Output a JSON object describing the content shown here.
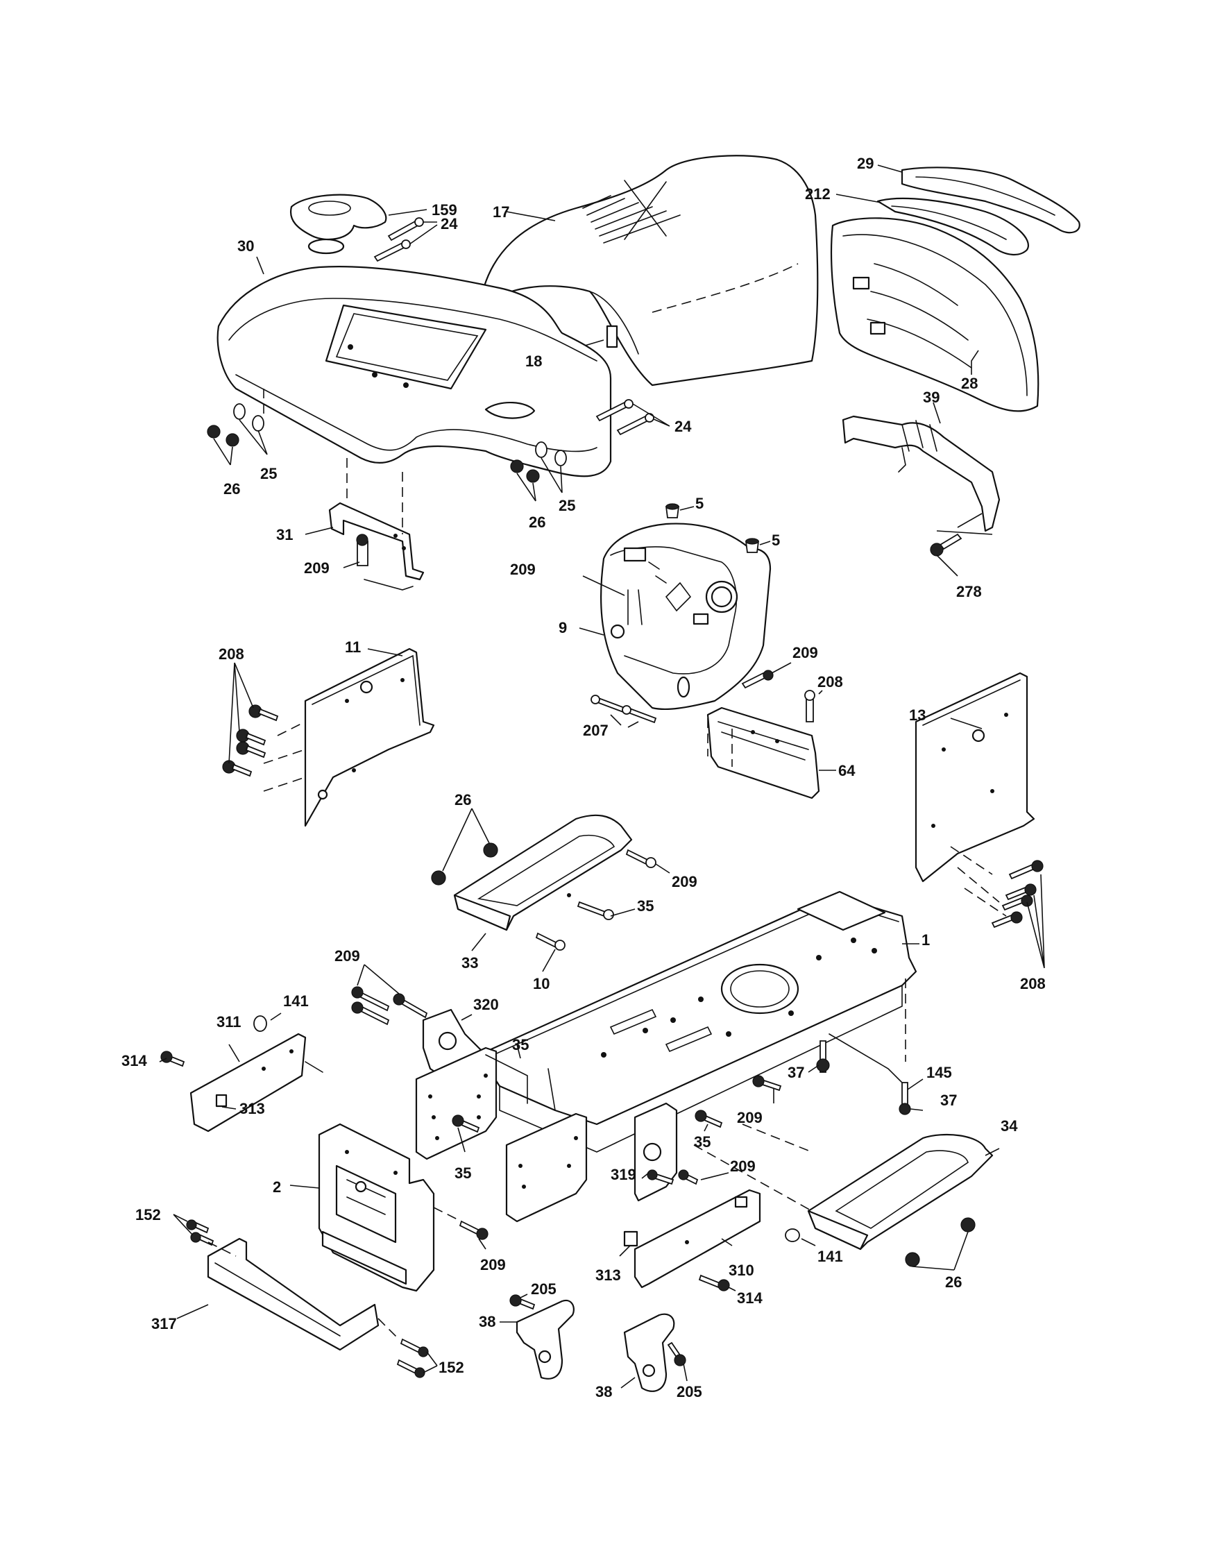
{
  "diagram": {
    "callouts": [
      {
        "id": "c159",
        "text": "159"
      },
      {
        "id": "c30",
        "text": "30"
      },
      {
        "id": "c24a",
        "text": "24"
      },
      {
        "id": "c17",
        "text": "17"
      },
      {
        "id": "c18",
        "text": "18"
      },
      {
        "id": "c29",
        "text": "29"
      },
      {
        "id": "c212",
        "text": "212"
      },
      {
        "id": "c28",
        "text": "28"
      },
      {
        "id": "c24b",
        "text": "24"
      },
      {
        "id": "c39",
        "text": "39"
      },
      {
        "id": "c25a",
        "text": "25"
      },
      {
        "id": "c26a",
        "text": "26"
      },
      {
        "id": "c25b",
        "text": "25"
      },
      {
        "id": "c26b",
        "text": "26"
      },
      {
        "id": "c31",
        "text": "31"
      },
      {
        "id": "c209a",
        "text": "209"
      },
      {
        "id": "c5a",
        "text": "5"
      },
      {
        "id": "c5b",
        "text": "5"
      },
      {
        "id": "c209b",
        "text": "209"
      },
      {
        "id": "c278",
        "text": "278"
      },
      {
        "id": "c9",
        "text": "9"
      },
      {
        "id": "c209c",
        "text": "209"
      },
      {
        "id": "c208a",
        "text": "208"
      },
      {
        "id": "c11",
        "text": "11"
      },
      {
        "id": "c208b",
        "text": "208"
      },
      {
        "id": "c207",
        "text": "207"
      },
      {
        "id": "c13",
        "text": "13"
      },
      {
        "id": "c64",
        "text": "64"
      },
      {
        "id": "c26c",
        "text": "26"
      },
      {
        "id": "c209d",
        "text": "209"
      },
      {
        "id": "c35a",
        "text": "35"
      },
      {
        "id": "c33",
        "text": "33"
      },
      {
        "id": "c10",
        "text": "10"
      },
      {
        "id": "c1",
        "text": "1"
      },
      {
        "id": "c208c",
        "text": "208"
      },
      {
        "id": "c209e",
        "text": "209"
      },
      {
        "id": "c141a",
        "text": "141"
      },
      {
        "id": "c320",
        "text": "320"
      },
      {
        "id": "c311",
        "text": "311"
      },
      {
        "id": "c314a",
        "text": "314"
      },
      {
        "id": "c35b",
        "text": "35"
      },
      {
        "id": "c37a",
        "text": "37"
      },
      {
        "id": "c145",
        "text": "145"
      },
      {
        "id": "c313a",
        "text": "313"
      },
      {
        "id": "c37b",
        "text": "37"
      },
      {
        "id": "c209f",
        "text": "209"
      },
      {
        "id": "c34",
        "text": "34"
      },
      {
        "id": "c35c",
        "text": "35"
      },
      {
        "id": "c35d",
        "text": "35"
      },
      {
        "id": "c319",
        "text": "319"
      },
      {
        "id": "c209g",
        "text": "209"
      },
      {
        "id": "c2",
        "text": "2"
      },
      {
        "id": "c152a",
        "text": "152"
      },
      {
        "id": "c209h",
        "text": "209"
      },
      {
        "id": "c310",
        "text": "310"
      },
      {
        "id": "c141b",
        "text": "141"
      },
      {
        "id": "c313b",
        "text": "313"
      },
      {
        "id": "c26d",
        "text": "26"
      },
      {
        "id": "c205a",
        "text": "205"
      },
      {
        "id": "c314b",
        "text": "314"
      },
      {
        "id": "c317",
        "text": "317"
      },
      {
        "id": "c38a",
        "text": "38"
      },
      {
        "id": "c152b",
        "text": "152"
      },
      {
        "id": "c38b",
        "text": "38"
      },
      {
        "id": "c205b",
        "text": "205"
      }
    ]
  }
}
